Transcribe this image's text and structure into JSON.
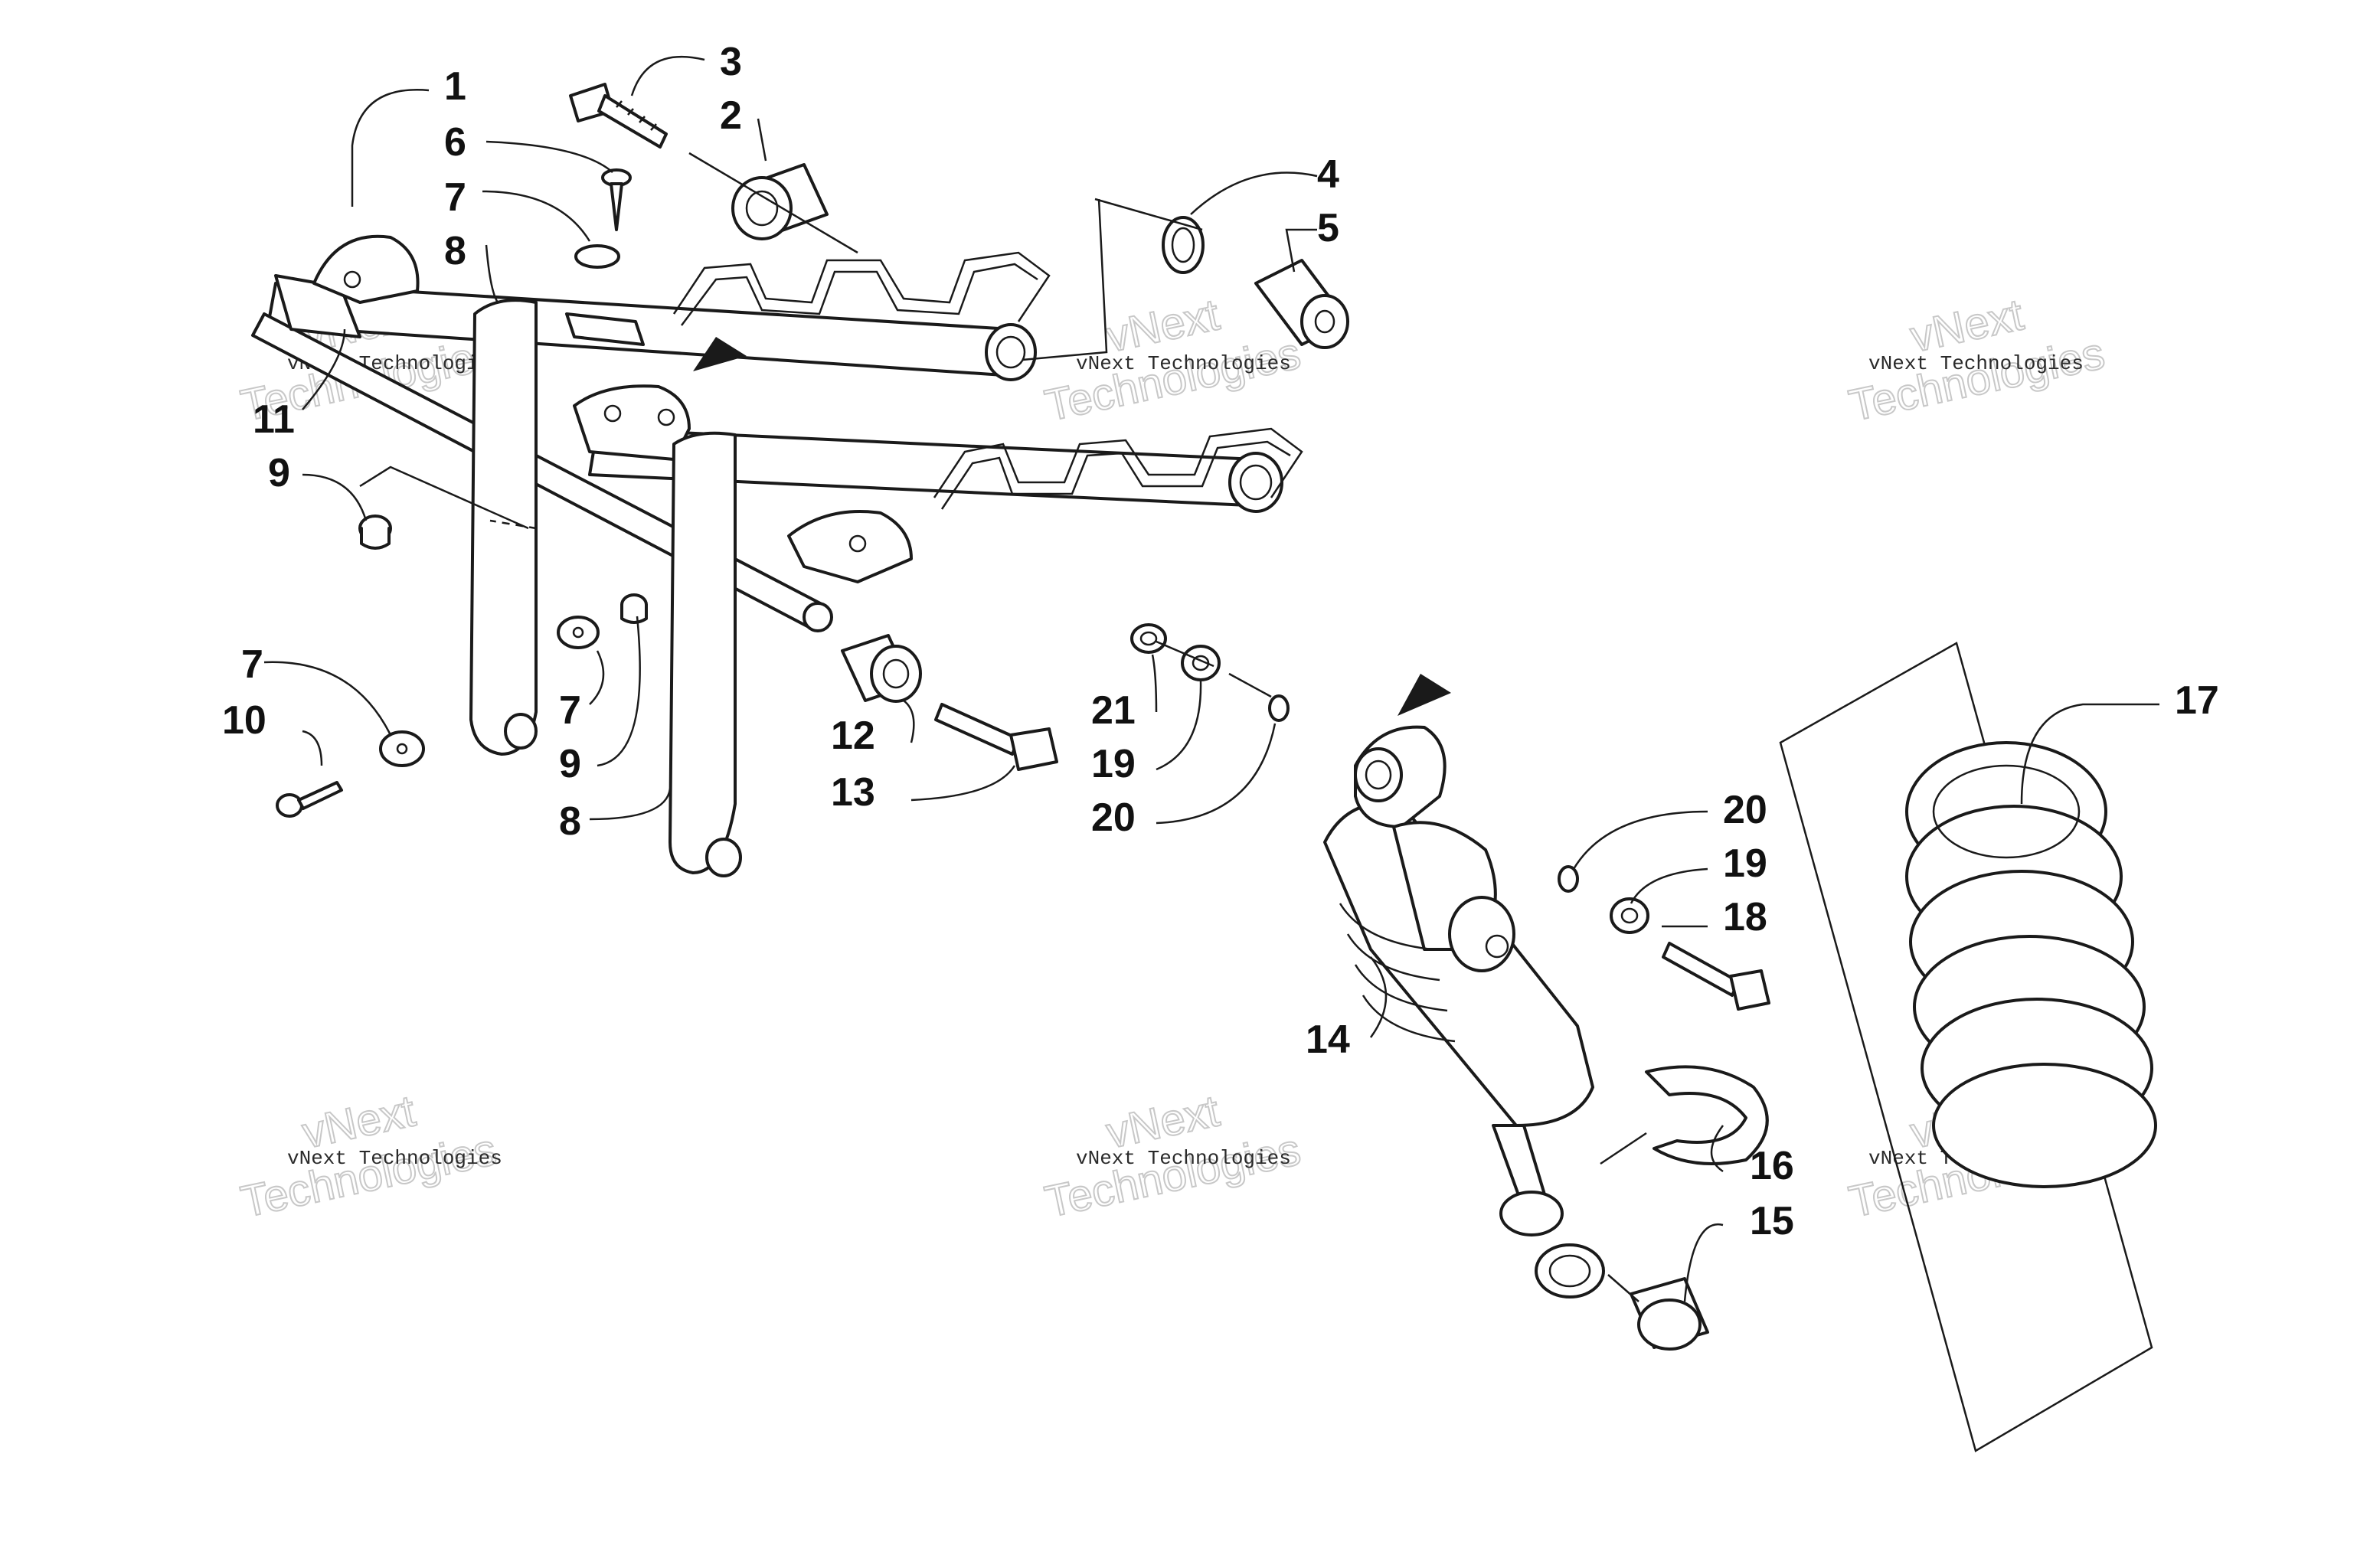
{
  "callouts": {
    "c1": "1",
    "c2": "2",
    "c3": "3",
    "c4": "4",
    "c5": "5",
    "c6": "6",
    "c7a": "7",
    "c7b": "7",
    "c7c": "7",
    "c8a": "8",
    "c8b": "8",
    "c9a": "9",
    "c9b": "9",
    "c10": "10",
    "c11": "11",
    "c12": "12",
    "c13": "13",
    "c14": "14",
    "c15": "15",
    "c16": "16",
    "c17": "17",
    "c18": "18",
    "c19a": "19",
    "c19b": "19",
    "c20a": "20",
    "c20b": "20",
    "c21": "21"
  },
  "watermark": {
    "line1": "vNext Technologies",
    "big1": "vNext",
    "big2": "Technologies"
  },
  "colors": {
    "ink": "#1a1a1a",
    "watermark": "#c8c8c8"
  }
}
